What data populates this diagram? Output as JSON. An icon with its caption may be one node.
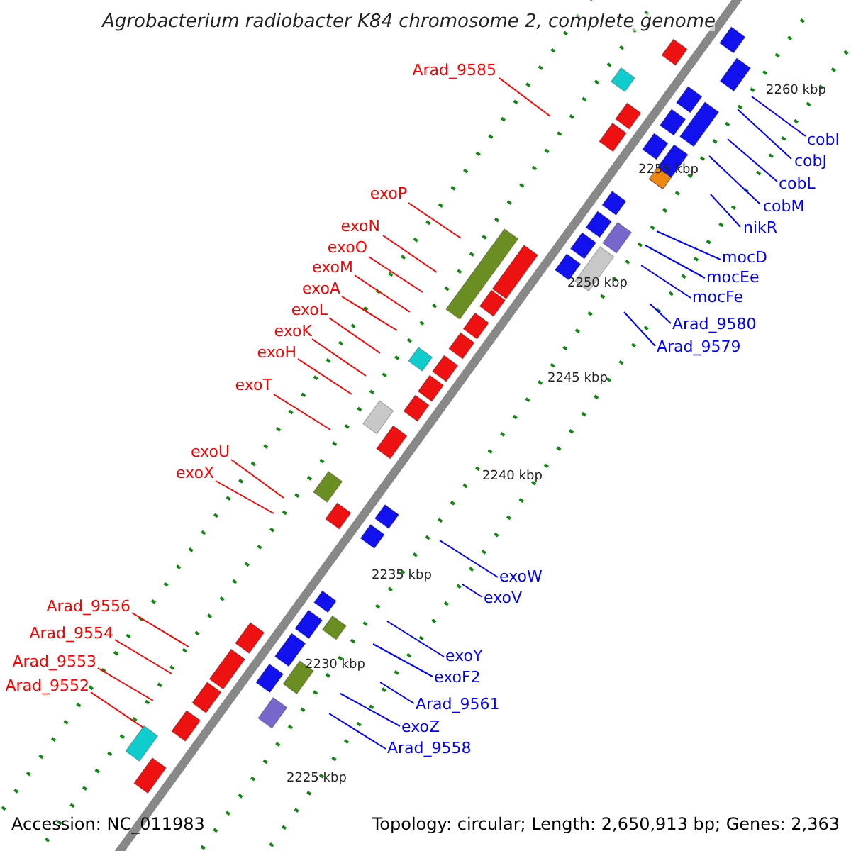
{
  "diagram": {
    "title": "Agrobacterium radiobacter K84 chromosome 2, complete genome",
    "nodes": [
      {
        "text": [
          "Arad_9585"
        ]
      },
      {
        "text": [
          "cobI"
        ]
      },
      {
        "text": [
          "cobJ"
        ]
      },
      {
        "text": [
          "cobL"
        ]
      },
      {
        "text": [
          "exoP"
        ]
      },
      {
        "text": [
          "cobM"
        ]
      },
      {
        "text": [
          "exoN"
        ]
      },
      {
        "text": [
          "nikR"
        ]
      },
      {
        "text": [
          "exoO"
        ]
      },
      {
        "text": [
          "mocD"
        ]
      },
      {
        "text": [
          "exoM"
        ]
      },
      {
        "text": [
          "mocEe"
        ]
      },
      {
        "text": [
          "exoA"
        ]
      },
      {
        "text": [
          "mocFe"
        ]
      },
      {
        "text": [
          "exoL"
        ]
      },
      {
        "text": [
          "Arad_9580"
        ]
      },
      {
        "text": [
          "exoK"
        ]
      },
      {
        "text": [
          "Arad_9579"
        ]
      },
      {
        "text": [
          "exoH"
        ]
      },
      {
        "text": [
          "exoT"
        ]
      },
      {
        "text": [
          "exoU"
        ]
      },
      {
        "text": [
          "exoX"
        ]
      },
      {
        "text": [
          "exoW"
        ]
      },
      {
        "text": [
          "exoV"
        ]
      },
      {
        "text": [
          "Arad_9556"
        ]
      },
      {
        "text": [
          "Arad_9554"
        ]
      },
      {
        "text": [
          "exoY"
        ]
      },
      {
        "text": [
          "Arad_9553"
        ]
      },
      {
        "text": [
          "exoF2"
        ]
      },
      {
        "text": [
          "Arad_9552"
        ]
      },
      {
        "text": [
          "Arad_9561"
        ]
      },
      {
        "text": [
          "exoZ"
        ]
      },
      {
        "text": [
          "Arad_9558"
        ]
      }
    ],
    "edges": [
      {
        "from": 0,
        "to": null,
        "arrow": "none",
        "color": "#ff0000"
      },
      {
        "from": 1,
        "to": null,
        "arrow": "none"
      },
      {
        "from": 2,
        "to": null,
        "arrow": "none"
      },
      {
        "from": 3,
        "to": null,
        "arrow": "none"
      },
      {
        "from": 4,
        "to": null,
        "arrow": "none",
        "color": "#ff0000"
      },
      {
        "from": 5,
        "to": null,
        "arrow": "none"
      },
      {
        "from": 6,
        "to": null,
        "arrow": "none",
        "color": "#ff0000"
      },
      {
        "from": 7,
        "to": null,
        "arrow": "none"
      },
      {
        "from": 8,
        "to": null,
        "arrow": "none",
        "color": "#ff0000"
      },
      {
        "from": 9,
        "to": null,
        "arrow": "none"
      },
      {
        "from": 10,
        "to": null,
        "arrow": "none",
        "color": "#ff0000"
      },
      {
        "from": 11,
        "to": null,
        "arrow": "none"
      },
      {
        "from": 12,
        "to": null,
        "arrow": "none",
        "color": "#ff0000"
      },
      {
        "from": 13,
        "to": null,
        "arrow": "none"
      },
      {
        "from": 14,
        "to": null,
        "arrow": "none",
        "color": "#ff0000"
      },
      {
        "from": 15,
        "to": null,
        "arrow": "none"
      },
      {
        "from": 16,
        "to": null,
        "arrow": "none",
        "color": "#ff0000"
      },
      {
        "from": 17,
        "to": null,
        "arrow": "none"
      },
      {
        "from": 18,
        "to": null,
        "arrow": "none",
        "color": "#ff0000"
      },
      {
        "from": 19,
        "to": null,
        "arrow": "none",
        "color": "#ff0000"
      },
      {
        "from": 20,
        "to": null,
        "arrow": "none",
        "color": "#ff0000"
      },
      {
        "from": 21,
        "to": null,
        "arrow": "none",
        "color": "#ff0000"
      },
      {
        "from": 22,
        "to": null,
        "arrow": "none"
      },
      {
        "from": 23,
        "to": null,
        "arrow": "none"
      },
      {
        "from": 24,
        "to": null,
        "arrow": "none",
        "color": "#ff0000"
      },
      {
        "from": 25,
        "to": null,
        "arrow": "none",
        "color": "#ff0000"
      },
      {
        "from": 26,
        "to": null,
        "arrow": "none"
      },
      {
        "from": 27,
        "to": null,
        "arrow": "none",
        "color": "#ff0000"
      },
      {
        "from": 28,
        "to": null,
        "arrow": "none"
      },
      {
        "from": 29,
        "to": null,
        "arrow": "none",
        "color": "#ff0000"
      },
      {
        "from": 30,
        "to": null,
        "arrow": "none"
      },
      {
        "from": 31,
        "to": null,
        "arrow": "none"
      },
      {
        "from": 32,
        "to": null,
        "arrow": "none"
      }
    ],
    "labels": [
      "2260 kbp",
      "2255 kbp",
      "2250 kbp",
      "2245 kbp",
      "2240 kbp",
      "2235 kbp",
      "2230 kbp",
      "2225 kbp",
      "Accession: NC_011983",
      "Topology: circular; Length: 2,650,913 bp; Genes: 2,363"
    ]
  }
}
